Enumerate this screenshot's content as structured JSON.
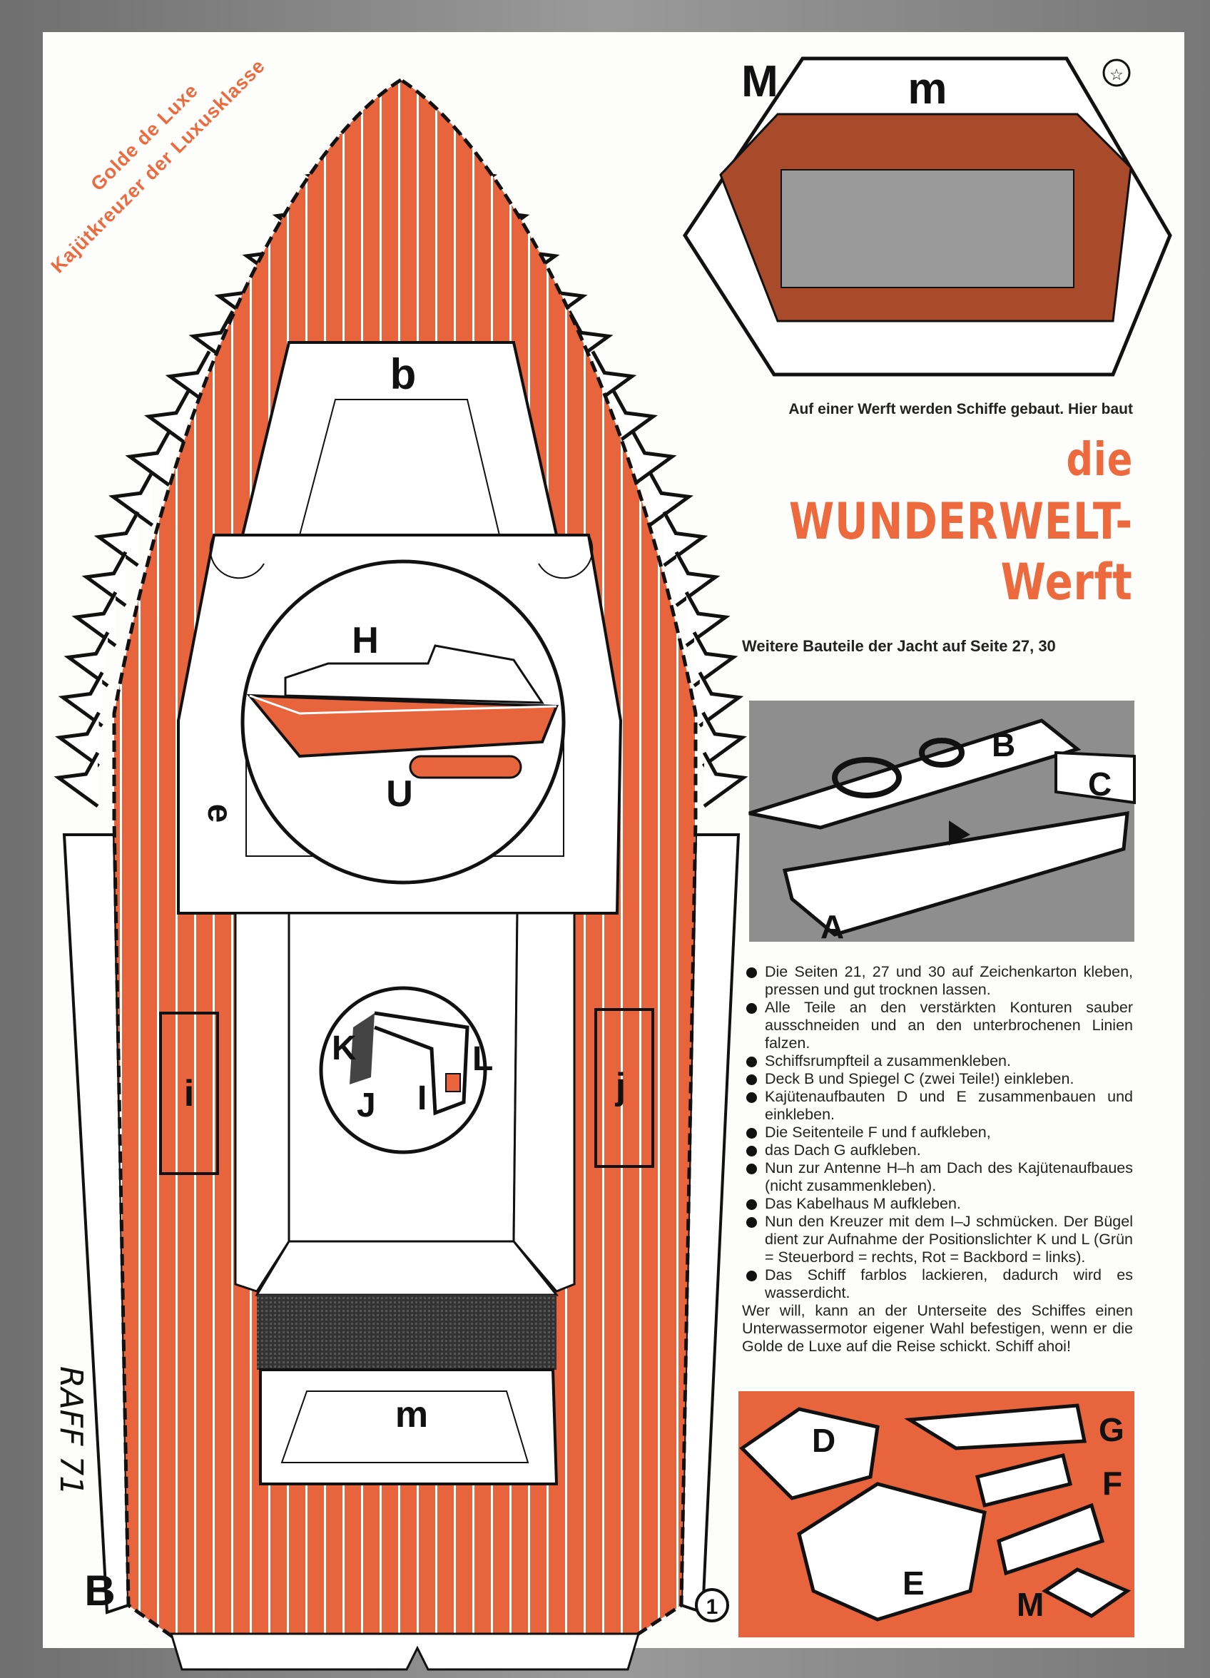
{
  "subtitle": {
    "line1": "Golde de Luxe",
    "line2": "Kajütkreuzer der Luxusklasse"
  },
  "intro": "Auf einer Werft werden Schiffe gebaut. Hier baut",
  "title": {
    "line1": "die",
    "line2": "WUNDERWELT-",
    "line3": "Werft"
  },
  "more_parts": "Weitere Bauteile der Jacht auf Seite 27, 30",
  "part_labels": {
    "b": "b",
    "H": "H",
    "U": "U",
    "e": "e",
    "i": "i",
    "j": "j",
    "K": "K",
    "J": "J",
    "I": "I",
    "L": "L",
    "m": "m",
    "B": "B",
    "M_top": "M",
    "m_top": "m"
  },
  "diagram1_labels": {
    "B": "B",
    "C": "C",
    "A": "A"
  },
  "diagram2_labels": {
    "D": "D",
    "G": "G",
    "F": "F",
    "E": "E",
    "M": "M"
  },
  "steps": [
    "Die Seiten 21, 27 und 30 auf Zeichenkarton kleben, pressen und gut trocknen lassen.",
    "Alle Teile an den verstärkten Konturen sauber ausschneiden und an den unterbrochenen Linien falzen.",
    "Schiffsrumpfteil a zusammenkleben.",
    "Deck B und Spiegel C (zwei Teile!) einkleben.",
    "Kajütenaufbauten D und E zusammenbauen und einkleben.",
    "Die Seitenteile F und f aufkleben,",
    "das Dach G aufkleben.",
    "Nun zur Antenne H–h am Dach des Kajütenaufbaues (nicht zusammenkleben).",
    "Das Kabelhaus M aufkleben.",
    "Nun den Kreuzer mit dem I–J schmücken. Der Bügel dient zur Aufnahme der Positionslichter K und L (Grün = Steuerbord = rechts, Rot = Backbord = links).",
    "Das Schiff farblos lackieren, dadurch wird es wasserdicht."
  ],
  "closing": "Wer will, kann an der Unterseite des Schiffes einen Unterwassermotor eigener Wahl befestigen, wenn er die Golde de Luxe auf die Reise schickt. Schiff ahoi!",
  "signature": "RAFF 71",
  "page_number": "1",
  "colors": {
    "orange": "#e8643c",
    "brown": "#a94a2a",
    "gray": "#9a9a9a"
  }
}
